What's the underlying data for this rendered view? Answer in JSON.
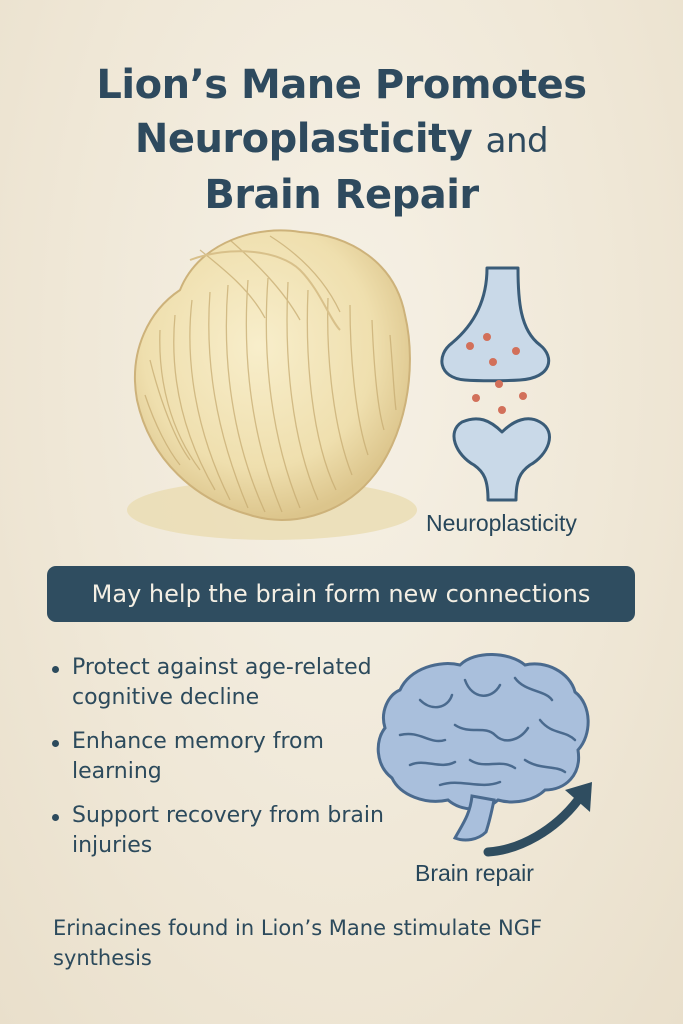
{
  "title": {
    "line1": "Lion’s Mane Promotes",
    "line2_main": "Neuroplasticity",
    "line2_and": "and",
    "line3": "Brain Repair"
  },
  "labels": {
    "synapse": "Neuroplasticity",
    "brain": "Brain repair"
  },
  "banner": "May help the brain form new connections",
  "bullets": [
    "Protect against age-related cognitive decline",
    "Enhance memory from learning",
    "Support recovery from brain injuries"
  ],
  "footnote": "Erinacines found in Lion’s Mane stimulate NGF synthesis",
  "colors": {
    "accent": "#2f4d60",
    "background": "#f3ede0",
    "mushroom": "#efdfae",
    "synapse": "#c9d9e8",
    "brain": "#a9bfdc",
    "dots": "#d2705a"
  },
  "icons": [
    "lions-mane-mushroom-illustration",
    "synapse-icon",
    "brain-icon",
    "arrow-icon"
  ]
}
